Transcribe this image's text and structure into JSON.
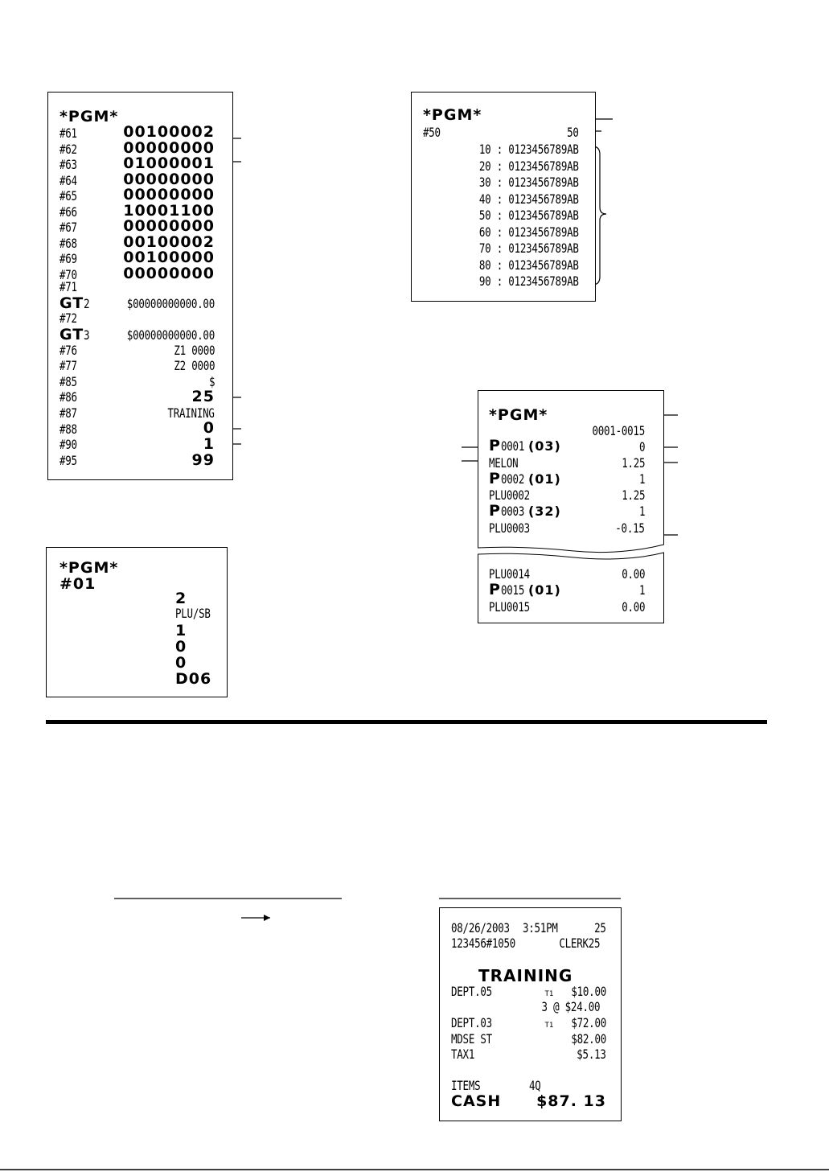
{
  "r1": {
    "header": "*PGM*",
    "rows": [
      {
        "code": "#61",
        "val": "00100002"
      },
      {
        "code": "#62",
        "val": "00000000"
      },
      {
        "code": "#63",
        "val": "01000001"
      },
      {
        "code": "#64",
        "val": "00000000"
      },
      {
        "code": "#65",
        "val": "00000000"
      },
      {
        "code": "#66",
        "val": "10001100"
      },
      {
        "code": "#67",
        "val": "00000000"
      },
      {
        "code": "#68",
        "val": "00100002"
      },
      {
        "code": "#69",
        "val": "00100000"
      },
      {
        "code": "#70",
        "val": "00000000"
      }
    ],
    "c71": "#71",
    "gt2_label": "GT",
    "gt2_sub": "2",
    "gt2_val": "$00000000000.00",
    "c72": "#72",
    "gt3_label": "GT",
    "gt3_sub": "3",
    "gt3_val": "$00000000000.00",
    "c76": "#76",
    "v76": "Z1  0000",
    "c77": "#77",
    "v77": "Z2  0000",
    "c85": "#85",
    "v85": "$",
    "c86": "#86",
    "v86": "25",
    "c87": "#87",
    "v87": "TRAINING",
    "c88": "#88",
    "v88": "0",
    "c90": "#90",
    "v90": "1",
    "c95": "#95",
    "v95": "99"
  },
  "r2": {
    "header": "*PGM*",
    "code": "#50",
    "val": "50",
    "lines": [
      "10 : 0123456789AB",
      "20 : 0123456789AB",
      "30 : 0123456789AB",
      "40 : 0123456789AB",
      "50 : 0123456789AB",
      "60 : 0123456789AB",
      "70 : 0123456789AB",
      "80 : 0123456789AB",
      "90 : 0123456789AB"
    ]
  },
  "r3": {
    "header": "*PGM*",
    "code": "#01",
    "lines": [
      "2",
      "PLU/SB",
      "1",
      "0",
      "0",
      "D06"
    ]
  },
  "r4": {
    "header": "*PGM*",
    "range": "0001-0015",
    "p1_p": "P",
    "p1_code": "0001",
    "p1_dept": "(03)",
    "p1_val": "0",
    "n1": "MELON",
    "n1_val": "1.25",
    "p2_p": "P",
    "p2_code": "0002",
    "p2_dept": "(01)",
    "p2_val": "1",
    "n2": "PLU0002",
    "n2_val": "1.25",
    "p3_p": "P",
    "p3_code": "0003",
    "p3_dept": "(32)",
    "p3_val": "1",
    "n3": "PLU0003",
    "n3_val": "-0.15",
    "n14": "PLU0014",
    "n14_val": "0.00",
    "p15_p": "P",
    "p15_code": "0015",
    "p15_dept": "(01)",
    "p15_val": "1",
    "n15": "PLU0015",
    "n15_val": "0.00"
  },
  "r5": {
    "date": "08/26/2003",
    "time": "3:51PM",
    "num": "25",
    "cons": "123456#1050",
    "clerk": "CLERK25",
    "training": "TRAINING",
    "d5": "DEPT.05",
    "d5_t": "T1",
    "d5_val": "$10.00",
    "qty": "3 @ $24.00",
    "d3": "DEPT.03",
    "d3_t": "T1",
    "d3_val": "$72.00",
    "mdse": "MDSE ST",
    "mdse_val": "$82.00",
    "tax": "TAX1",
    "tax_val": "$5.13",
    "items": "ITEMS",
    "items_val": "4Q",
    "cash": "CASH",
    "cash_val": "$87. 13"
  }
}
